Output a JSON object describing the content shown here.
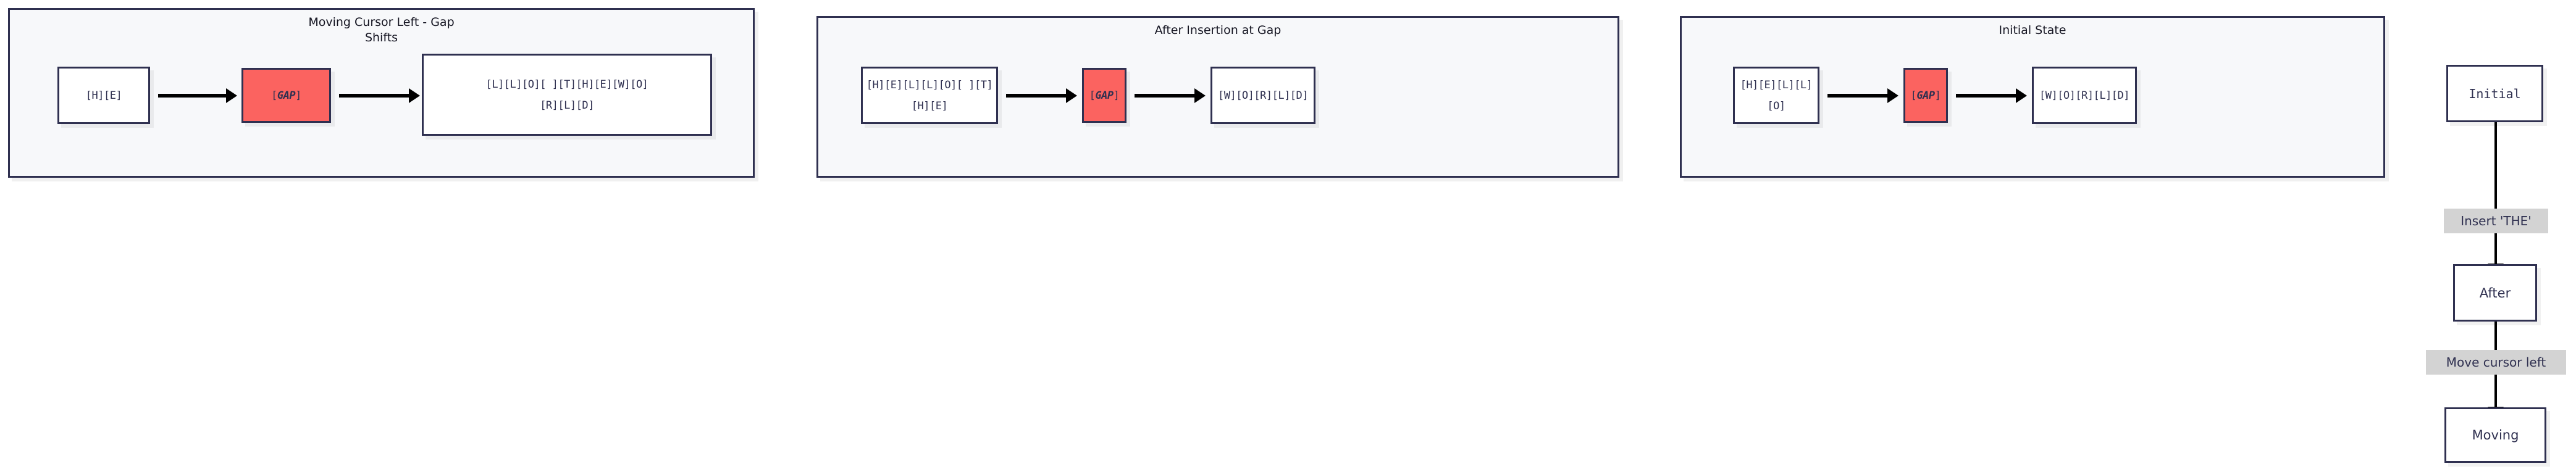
{
  "diagram": {
    "panels": [
      {
        "id": "moving-cursor-left",
        "title": "Moving Cursor Left - Gap\nShifts",
        "nodes": [
          {
            "id": "left-buffer",
            "label": "[H][E]"
          },
          {
            "id": "gap",
            "label": "GAP"
          },
          {
            "id": "right-buffer",
            "label": "[L][L][O][ ][T][H][E][W][O]\n[R][L][D]"
          }
        ]
      },
      {
        "id": "after-insertion",
        "title": "After Insertion at Gap",
        "nodes": [
          {
            "id": "left-buffer",
            "label": "[H][E][L][L][O][ ][T][H][E]"
          },
          {
            "id": "gap",
            "label": "GAP"
          },
          {
            "id": "right-buffer",
            "label": "[W][O][R][L][D]"
          }
        ]
      },
      {
        "id": "initial-state",
        "title": "Initial State",
        "nodes": [
          {
            "id": "left-buffer",
            "label": "[H][E][L][L][O]"
          },
          {
            "id": "gap",
            "label": "GAP"
          },
          {
            "id": "right-buffer",
            "label": "[W][O][R][L][D]"
          }
        ]
      }
    ],
    "gap_bracket_open": "[",
    "gap_bracket_close": "]",
    "flow": {
      "nodes": [
        {
          "id": "initial",
          "label": "Initial"
        },
        {
          "id": "after",
          "label": "After"
        },
        {
          "id": "moving",
          "label": "Moving"
        }
      ],
      "edges": [
        {
          "id": "insert-the",
          "label": "Insert 'THE'"
        },
        {
          "id": "move-cursor-left",
          "label": "Move cursor left"
        }
      ]
    },
    "colors": {
      "gap_fill": "#fb6360",
      "node_border": "#2f3050",
      "panel_fill": "#f7f8fa",
      "edge_label_fill": "#d3d3d3",
      "arrow": "#000000"
    }
  }
}
